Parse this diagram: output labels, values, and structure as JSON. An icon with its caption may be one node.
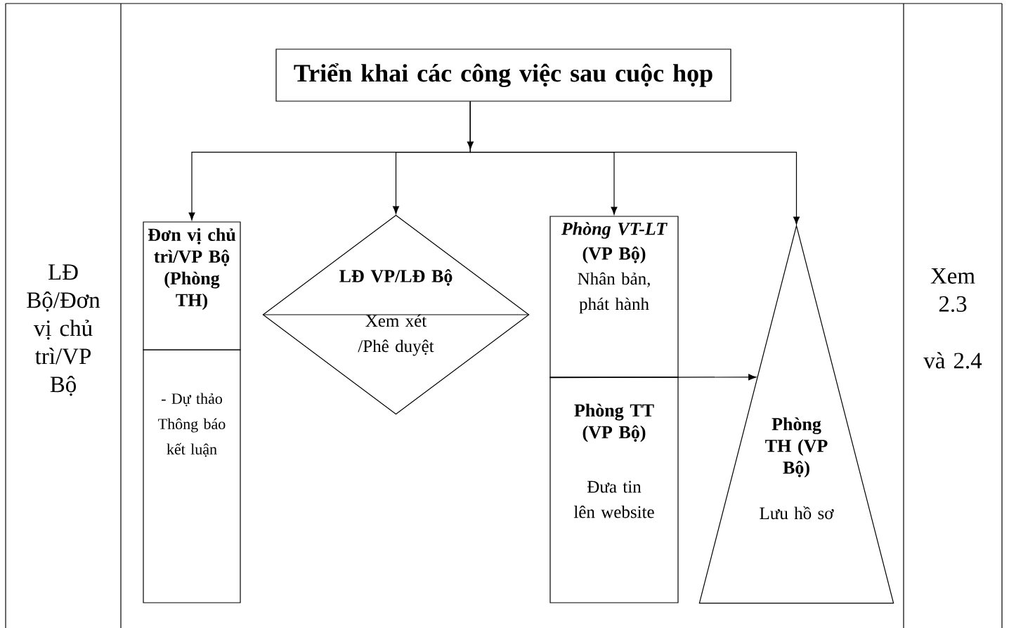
{
  "diagram": {
    "nodes": [
      {
        "text": [
          "Triển khai các công việc sau cuộc họp"
        ]
      },
      {
        "text": [
          "Đơn vị chủ trì/VP Bộ (Phòng TH)"
        ]
      },
      {
        "text": [
          "- Dự thảo Thông báo kết luận"
        ]
      },
      {
        "text": [
          "LĐ VP/LĐ Bộ",
          "Xem xét /Phê duyệt"
        ]
      },
      {
        "text": [
          "Phòng VT-LT",
          "(VP Bộ)",
          "Nhân bản, phát hành"
        ]
      },
      {
        "text": [
          "Phòng TT (VP Bộ)",
          "Đưa tin lên website"
        ]
      },
      {
        "text": [
          "Phòng TH (VP Bộ)",
          "Lưu hồ sơ"
        ]
      }
    ],
    "edges": [
      {
        "from": 0,
        "to": 1,
        "arrow": "to"
      },
      {
        "from": 0,
        "to": 3,
        "arrow": "to"
      },
      {
        "from": 0,
        "to": 4,
        "arrow": "to"
      },
      {
        "from": 0,
        "to": 6,
        "arrow": "to"
      },
      {
        "from": 4,
        "to": 6,
        "arrow": "to"
      }
    ],
    "labels": [
      "LĐ Bộ/Đơn vị chủ trì/VP Bộ",
      "Xem 2.3",
      "và 2.4"
    ]
  }
}
